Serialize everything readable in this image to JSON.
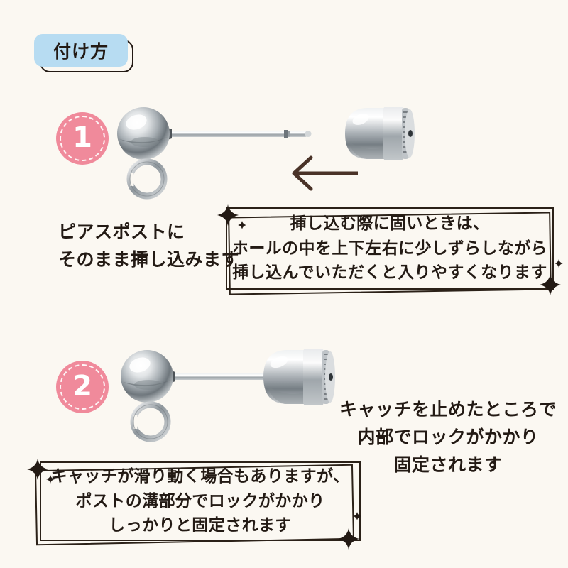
{
  "page": {
    "background_color": "#FBF8F2",
    "text_color": "#231A14",
    "language": "ja"
  },
  "header": {
    "badge_label": "付け方",
    "badge_fill_color": "#B7DCF2",
    "badge_outline_color": "#231A14"
  },
  "steps": [
    {
      "number": "1",
      "badge_color": "#F08A9B",
      "badge_number_color": "#FFFFFF",
      "caption": "ピアスポストに\nそのまま挿し込みます",
      "note": "挿し込む際に固いときは、\nホールの中を上下左右に少しずらしながら\n挿し込んでいただくと入りやすくなります",
      "note_lines": [
        "挿し込む際に固いときは、",
        "ホールの中を上下左右に少しずらしながら",
        "挿し込んでいただくと入りやすくなります"
      ],
      "arrow": {
        "direction": "left",
        "color": "#4A3328"
      }
    },
    {
      "number": "2",
      "badge_color": "#F08A9B",
      "badge_number_color": "#FFFFFF",
      "caption": "キャッチを止めたところで\n内部でロックがかかり\n固定されます",
      "note": "キャッチが滑り動く場合もありますが、\nポストの溝部分でロックがかかり\nしっかりと固定されます",
      "note_lines": [
        "キャッチが滑り動く場合もありますが、",
        "ポストの溝部分でロックがかかり",
        "しっかりと固定されます"
      ]
    }
  ],
  "photos": {
    "post_with_jump_ring": "earring-post-ball-with-open-jump-ring",
    "catch": "earring-catch-dome-backing",
    "assembled": "earring-post-with-catch-attached",
    "metal_color": "#C9CDD0"
  }
}
